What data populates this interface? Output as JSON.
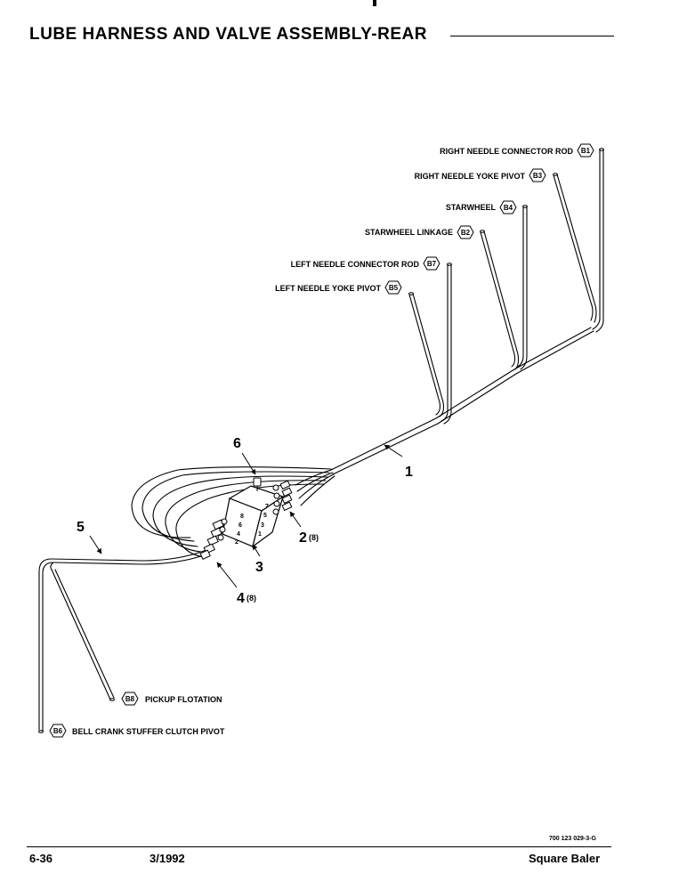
{
  "page": {
    "title": "LUBE HARNESS AND VALVE ASSEMBLY-REAR",
    "document_code": "700 123 029-3-G",
    "page_number": "6-36",
    "date": "3/1992",
    "product": "Square Baler"
  },
  "lube_points": [
    {
      "code": "B1",
      "label": "RIGHT NEEDLE CONNECTOR ROD"
    },
    {
      "code": "B3",
      "label": "RIGHT NEEDLE YOKE PIVOT"
    },
    {
      "code": "B4",
      "label": "STARWHEEL"
    },
    {
      "code": "B2",
      "label": "STARWHEEL LINKAGE"
    },
    {
      "code": "B7",
      "label": "LEFT NEEDLE CONNECTOR ROD"
    },
    {
      "code": "B5",
      "label": "LEFT NEEDLE YOKE PIVOT"
    },
    {
      "code": "B8",
      "label": "PICKUP FLOTATION"
    },
    {
      "code": "B6",
      "label": "BELL CRANK STUFFER CLUTCH PIVOT"
    }
  ],
  "parts": [
    {
      "number": "1",
      "qty": ""
    },
    {
      "number": "2",
      "qty": "(8)"
    },
    {
      "number": "3",
      "qty": ""
    },
    {
      "number": "4",
      "qty": "(8)"
    },
    {
      "number": "5",
      "qty": ""
    },
    {
      "number": "6",
      "qty": ""
    }
  ],
  "valve_ports": [
    "8",
    "7",
    "6",
    "5",
    "4",
    "3",
    "2",
    "1"
  ]
}
